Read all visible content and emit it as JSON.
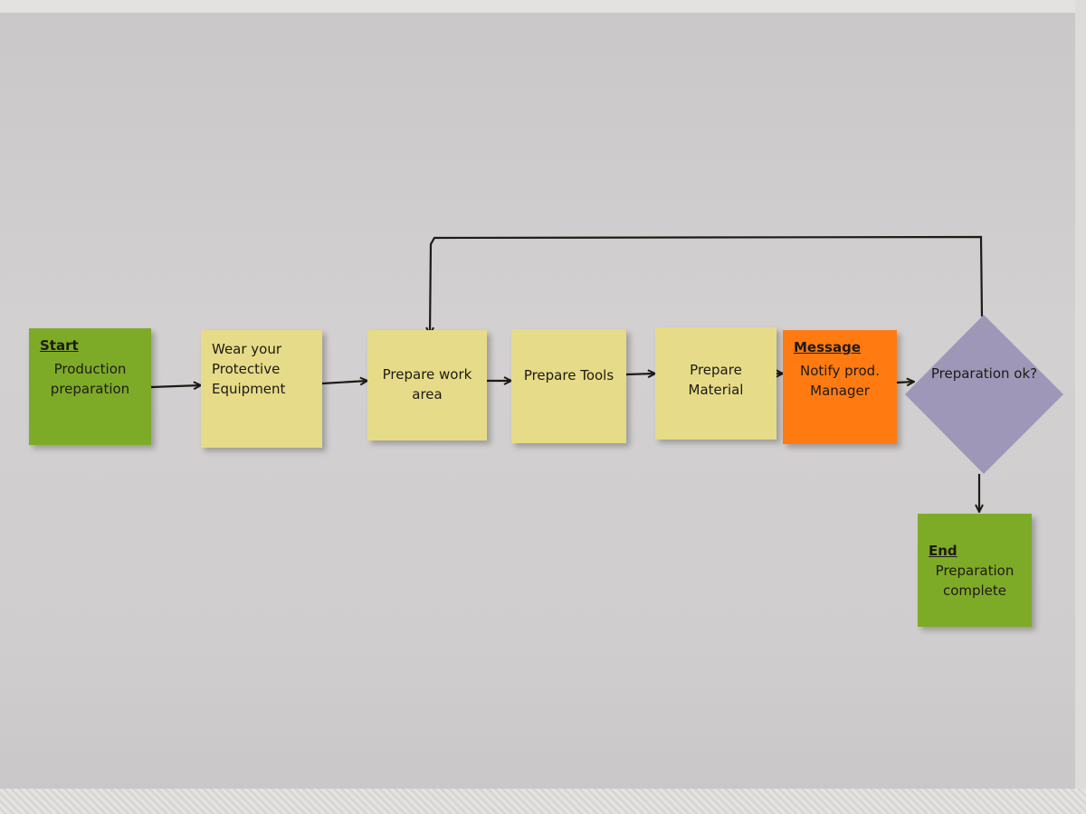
{
  "colors": {
    "start_end": "#7eab27",
    "process": "#e6db88",
    "message": "#ff7b12",
    "decision": "#9f97b8",
    "connector": "#1e1a16"
  },
  "nodes": {
    "start": {
      "title": "Start",
      "text": "Production preparation"
    },
    "wear": {
      "text": "Wear your Protective Equipment"
    },
    "work_area": {
      "text": "Prepare work area"
    },
    "tools": {
      "text": "Prepare Tools"
    },
    "material": {
      "text": "Prepare Material"
    },
    "message": {
      "title": "Message",
      "text": "Notify prod. Manager"
    },
    "decision": {
      "text": "Preparation ok?"
    },
    "end": {
      "title": "End",
      "text": "Preparation complete"
    }
  }
}
